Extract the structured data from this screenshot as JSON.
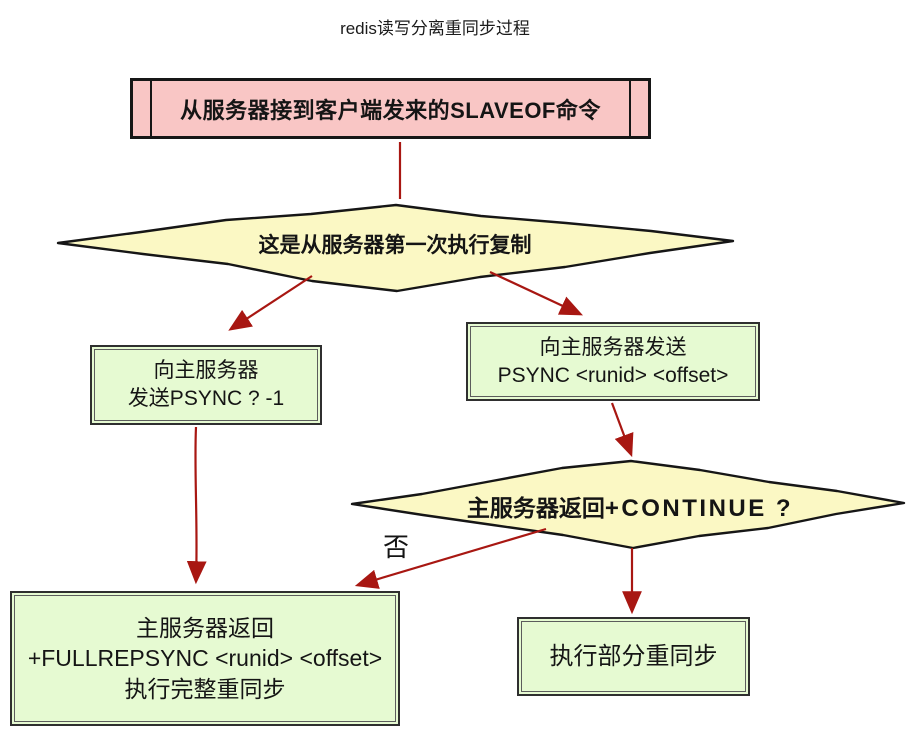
{
  "title": "redis读写分离重同步过程",
  "nodes": {
    "start": {
      "label": "从服务器接到客户端发来的SLAVEOF命令"
    },
    "decision_first_replication": {
      "label": "这是从服务器第一次执行复制"
    },
    "send_psync_initial": {
      "line1": "向主服务器",
      "line2": "发送PSYNC ? -1"
    },
    "send_psync_resume": {
      "line1": "向主服务器发送",
      "line2": "PSYNC <runid> <offset>"
    },
    "decision_continue": {
      "label_cn": "主服务器返回",
      "label_en": "+CONTINUE ?"
    },
    "full_resync": {
      "line1": "主服务器返回",
      "line2": "+FULLREPSYNC <runid> <offset>",
      "line3": "执行完整重同步"
    },
    "partial_resync": {
      "label": "执行部分重同步"
    }
  },
  "edges": {
    "no_label": "否"
  },
  "colors": {
    "box_pink": "#f9c6c5",
    "box_green": "#e6fad2",
    "diamond_yellow": "#fbf8c4",
    "arrow_red": "#a81712",
    "border_dark": "#161616"
  }
}
